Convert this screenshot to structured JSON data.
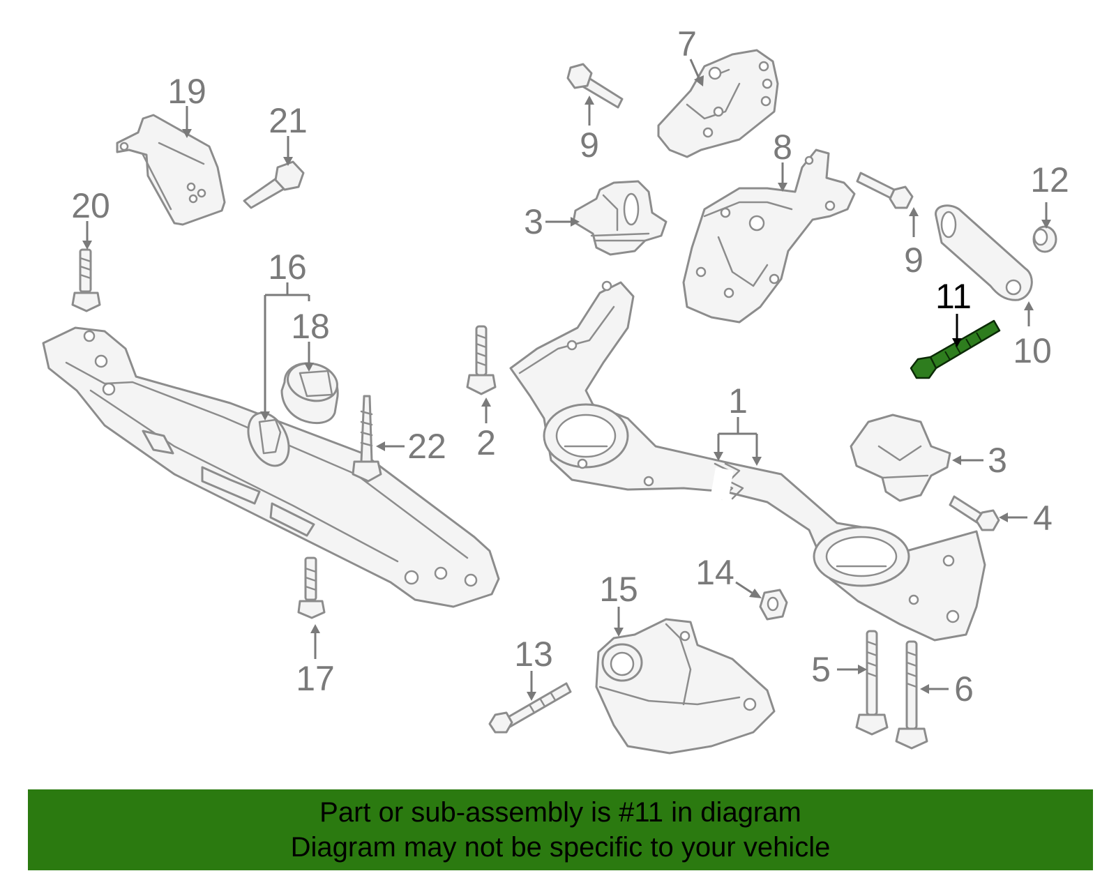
{
  "callouts": [
    {
      "id": "1",
      "label": "1"
    },
    {
      "id": "2",
      "label": "2"
    },
    {
      "id": "3a",
      "label": "3"
    },
    {
      "id": "3b",
      "label": "3"
    },
    {
      "id": "4",
      "label": "4"
    },
    {
      "id": "5",
      "label": "5"
    },
    {
      "id": "6",
      "label": "6"
    },
    {
      "id": "7",
      "label": "7"
    },
    {
      "id": "8",
      "label": "8"
    },
    {
      "id": "9a",
      "label": "9"
    },
    {
      "id": "9b",
      "label": "9"
    },
    {
      "id": "10",
      "label": "10"
    },
    {
      "id": "11",
      "label": "11",
      "highlighted": true
    },
    {
      "id": "12",
      "label": "12"
    },
    {
      "id": "13",
      "label": "13"
    },
    {
      "id": "14",
      "label": "14"
    },
    {
      "id": "15",
      "label": "15"
    },
    {
      "id": "16",
      "label": "16"
    },
    {
      "id": "17",
      "label": "17"
    },
    {
      "id": "18",
      "label": "18"
    },
    {
      "id": "19",
      "label": "19"
    },
    {
      "id": "20",
      "label": "20"
    },
    {
      "id": "21",
      "label": "21"
    },
    {
      "id": "22",
      "label": "22"
    }
  ],
  "banner": {
    "line1": "Part or sub-assembly is #11 in diagram",
    "line2": "Diagram may not be specific to your vehicle"
  },
  "colors": {
    "highlight": "#2e7d1e",
    "banner": "#2b7a10",
    "outline": "#8c8c8c"
  }
}
